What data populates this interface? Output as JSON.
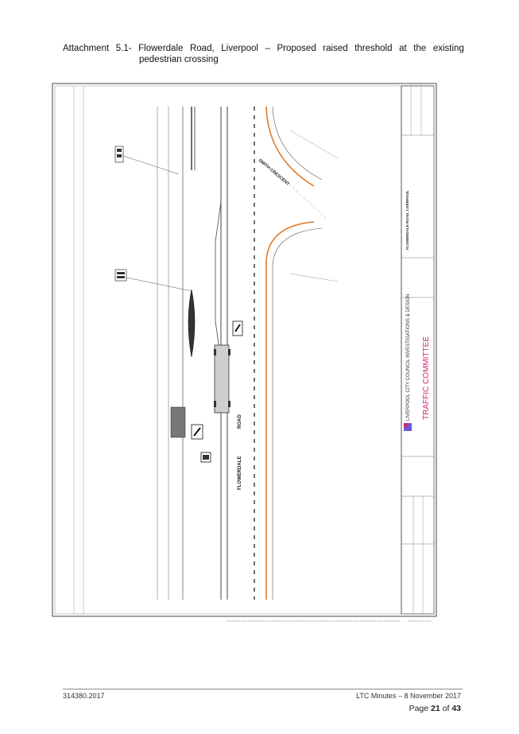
{
  "heading": {
    "line1_words": [
      "Attachment",
      "5.1-",
      "Flowerdale",
      "Road,",
      "Liverpool",
      "–",
      "Proposed",
      "raised",
      "threshold",
      "at",
      "the",
      "existing"
    ],
    "line2": "pedestrian crossing"
  },
  "drawing": {
    "street_name_main": "FLOWERDALE",
    "street_name_road": "ROAD",
    "street_name_side": "SMITH CRESCENT",
    "council_title": "LIVERPOOL CITY COUNCIL INVESTIGATIONS & DESIGN",
    "committee_stamp": "TRAFFIC COMMITTEE",
    "project_title": "FLOWERDALE ROAD, LIVERPOOL",
    "stamp_color": "#d6237a",
    "kerb_color": "#e07a2a"
  },
  "footer": {
    "doc_id": "314380.2017",
    "meeting": "LTC Minutes – 8 November 2017",
    "page_label": "Page",
    "page_current": "21",
    "page_of": "of",
    "page_total": "43"
  }
}
